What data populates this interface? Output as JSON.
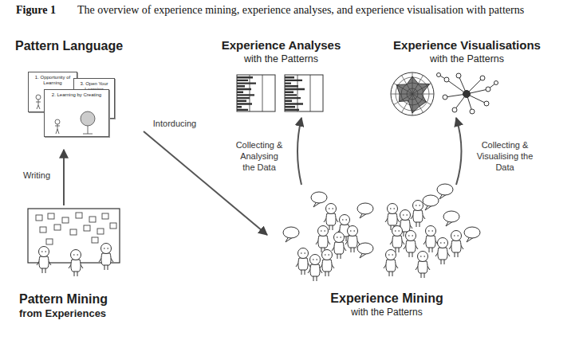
{
  "diagram": {
    "title": "Figure 1",
    "caption": "The overview of experience mining, experience analyses, and experience visualisation with patterns",
    "nodes": [
      {
        "text": [
          "Pattern Language"
        ]
      },
      {
        "text": [
          "1. Opportunity of Learning"
        ],
        "in": 0
      },
      {
        "text": [
          "3. Open Your Learning"
        ],
        "in": 0
      },
      {
        "text": [
          "2. Learning by Creating"
        ],
        "in": 0
      },
      {
        "text": [
          "Experience Analyses",
          "with the Patterns"
        ]
      },
      {
        "text": [
          "Experience Visualisations",
          "with the Patterns"
        ]
      },
      {
        "text": [
          "Pattern Mining",
          "from Experiences"
        ]
      },
      {
        "text": [
          "Experience Mining",
          "with the Patterns"
        ]
      }
    ],
    "edges": [
      {
        "from": 6,
        "to": 0,
        "arrow": "to",
        "label": "Writing"
      },
      {
        "from": 0,
        "to": 7,
        "arrow": "to",
        "label": "Intorducing"
      },
      {
        "from": 7,
        "to": 4,
        "arrow": "to",
        "label": "Collecting & Analysing the Data"
      },
      {
        "from": 7,
        "to": 5,
        "arrow": "to",
        "label": "Collecting & Visualising the Data"
      }
    ]
  }
}
